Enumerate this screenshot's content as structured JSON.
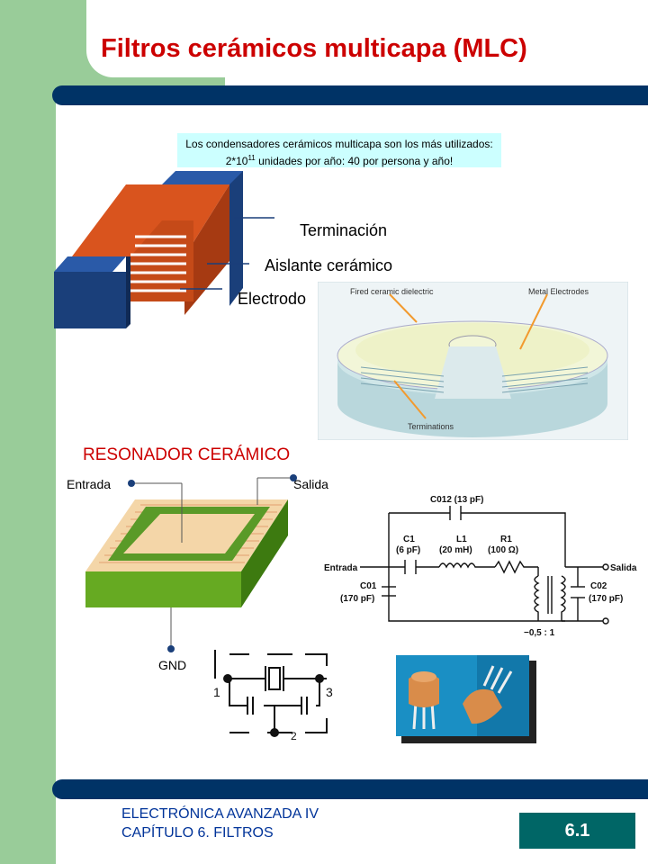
{
  "slide": {
    "title": "Filtros cerámicos multicapa (MLC)",
    "info_line1": "Los condensadores cerámicos multicapa son los más utilizados:",
    "info_line2_a": "2*10",
    "info_line2_sup": "11",
    "info_line2_b": " unidades por año: 40 por persona y año!"
  },
  "mlc_labels": {
    "terminacion": "Terminación",
    "aislante": "Aislante cerámico",
    "electrodo": "Electrodo"
  },
  "disc_figure": {
    "label_dielectric": "Fired ceramic dielectric",
    "label_electrodes": "Metal Electrodes",
    "label_terminations": "Terminations"
  },
  "resonator": {
    "title": "RESONADOR CERÁMICO",
    "entrada": "Entrada",
    "salida": "Salida",
    "gnd": "GND"
  },
  "circuit": {
    "c012": "C012 (13 pF)",
    "c1": "C1",
    "c1_val": "(6 pF)",
    "l1": "L1",
    "l1_val": "(20 mH)",
    "r1": "R1",
    "r1_val": "(100 Ω)",
    "entrada": "Entrada",
    "salida": "Salida",
    "c01": "C01",
    "c01_val": "(170 pF)",
    "c02": "C02",
    "c02_val": "(170 pF)",
    "ratio": "−0,5 : 1"
  },
  "symbol": {
    "pin1": "1",
    "pin3": "3",
    "pin2": "2"
  },
  "footer": {
    "line1": "ELECTRÓNICA AVANZADA IV",
    "line2": "CAPÍTULO 6. FILTROS",
    "page": "6.1"
  },
  "colors": {
    "title": "#cc0000",
    "bar": "#003366",
    "sidebar": "#99cc99",
    "footer_text": "#003399",
    "page_box": "#006666"
  }
}
